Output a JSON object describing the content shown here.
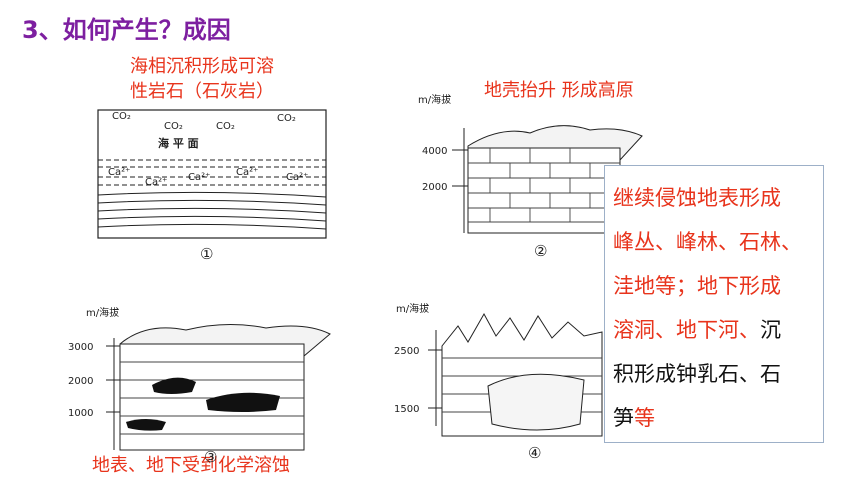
{
  "title": "3、如何产生？成因",
  "figure1": {
    "caption_line1": "海相沉积形成可溶",
    "caption_line2": "性岩石（石灰岩）",
    "co2_labels": [
      "CO₂",
      "CO₂",
      "CO₂",
      "CO₂"
    ],
    "sea_label": "海 平 面",
    "ca_labels": [
      "Ca²⁺",
      "Ca²⁺",
      "Ca²⁺",
      "Ca²⁺",
      "Ca²⁺"
    ],
    "number": "①"
  },
  "figure2": {
    "caption": "地壳抬升 形成高原",
    "axis_label": "m/海拔",
    "ticks": [
      "4000",
      "2000"
    ],
    "number": "②"
  },
  "figure3": {
    "axis_label": "m/海拔",
    "ticks": [
      "3000",
      "2000",
      "1000"
    ],
    "caption": "地表、地下受到化学溶蚀",
    "number": "③"
  },
  "figure4": {
    "axis_label": "m/海拔",
    "ticks": [
      "2500",
      "1500"
    ],
    "number": "④"
  },
  "textbox": {
    "l1": "继续侵蚀地表形成",
    "l2": "峰丛、峰林、石林、",
    "l3": "洼地等；地下形成",
    "l4a": "溶洞、地下河、",
    "l4b": "沉",
    "l5": "积形成钟乳石、石",
    "l6a": "笋",
    "l6b": "等"
  }
}
